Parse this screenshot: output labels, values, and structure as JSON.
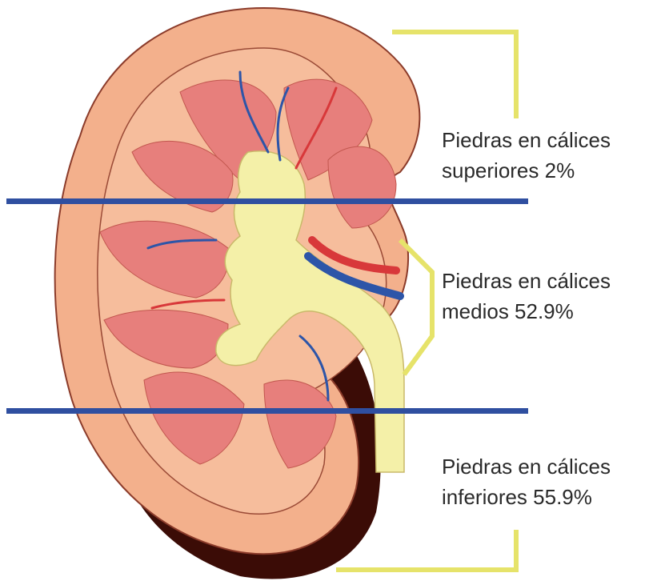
{
  "labels": {
    "upper": {
      "line1": "Piedras en cálices",
      "line2": "superiores 2%"
    },
    "middle": {
      "line1": "Piedras en cálices",
      "line2": "medios 52.9%"
    },
    "lower": {
      "line1": "Piedras en cálices",
      "line2": "inferiores 55.9%"
    }
  },
  "colors": {
    "divider_line": "#2f4fa0",
    "bracket": "#e6e36a",
    "cortex": "#f3b08c",
    "pyramid": "#e77f7c",
    "pelvis": "#f4f0a8",
    "artery": "#d8383a",
    "vein": "#2d55a8",
    "shadow": "#3b0c06"
  }
}
